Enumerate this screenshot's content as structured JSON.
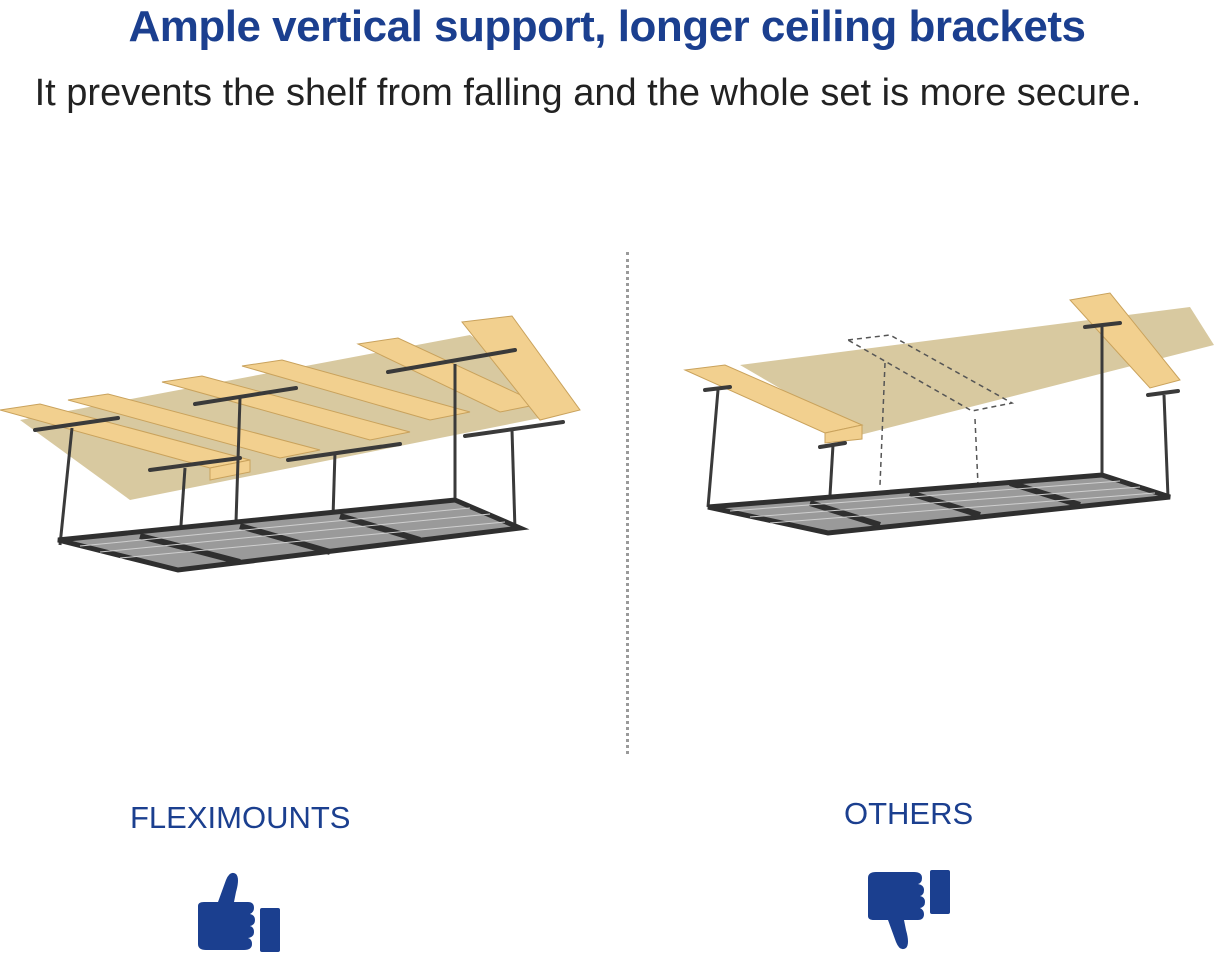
{
  "header": {
    "title": "Ample vertical support, longer ceiling brackets",
    "subtitle": "It prevents the shelf from falling and the whole set is more secure."
  },
  "comparison": {
    "left": {
      "label": "FLEXIMOUNTS",
      "verdict_icon": "thumbs-up-icon"
    },
    "right": {
      "label": "OTHERS",
      "verdict_icon": "thumbs-down-icon"
    }
  },
  "colors": {
    "brand_blue": "#1b3f8f",
    "joist_wood": "#f2d08f",
    "ceiling_panel": "#d8c9a0",
    "rack_metal": "#3a3a3a"
  }
}
